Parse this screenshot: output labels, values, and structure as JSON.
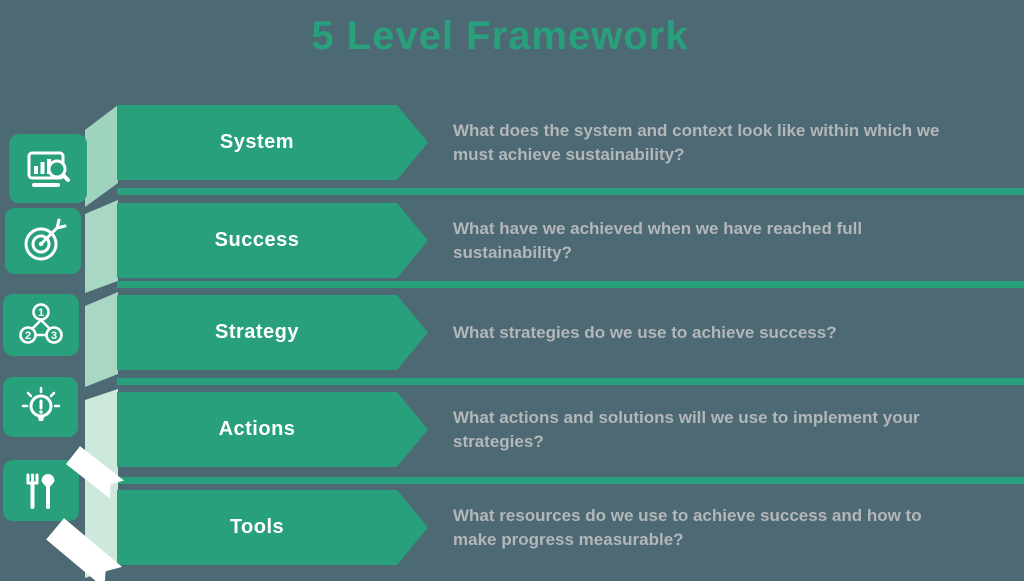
{
  "title": "5 Level Framework",
  "colors": {
    "background": "#4d6973",
    "green": "#28a07c",
    "light_green": "#a8d8c4",
    "pale_green": "#cde9db",
    "text_gray": "#b3b7b9"
  },
  "levels": [
    {
      "label": "System",
      "icon": "monitor-analytics-icon",
      "question": "What does the system and context look like within which we must achieve sustainability?"
    },
    {
      "label": "Success",
      "icon": "target-arrow-icon",
      "question": "What have we achieved when we have reached full sustainability?"
    },
    {
      "label": "Strategy",
      "icon": "numbered-options-icon",
      "question": "What strategies do we use to achieve success?"
    },
    {
      "label": "Actions",
      "icon": "lightbulb-idea-icon",
      "question": "What actions and solutions will we use to implement your strategies?"
    },
    {
      "label": "Tools",
      "icon": "garden-tools-icon",
      "question": "What resources do we use to achieve success and how to make progress measurable?"
    }
  ]
}
